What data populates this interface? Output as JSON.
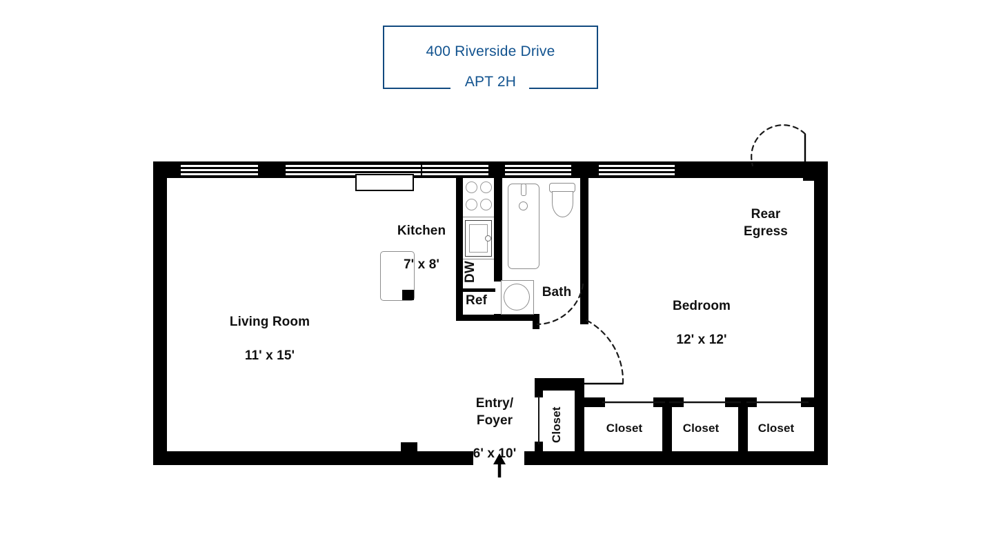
{
  "title_block": {
    "address": "400 Riverside Drive",
    "apartment": "APT 2H",
    "accent_color": "#12538f"
  },
  "floorplan": {
    "wall_color": "#000000",
    "background_color": "#ffffff",
    "rooms": [
      {
        "name": "living-room",
        "label": "Living Room",
        "dimensions": "11' x 15'"
      },
      {
        "name": "kitchen",
        "label": "Kitchen",
        "dimensions": "7' x 8'"
      },
      {
        "name": "bath",
        "label": "Bath",
        "dimensions": ""
      },
      {
        "name": "bedroom",
        "label": "Bedroom",
        "dimensions": "12' x 12'"
      },
      {
        "name": "entry-foyer",
        "label": "Entry/\nFoyer",
        "dimensions": "6' x 10'"
      },
      {
        "name": "rear-egress",
        "label": "Rear\nEgress",
        "dimensions": ""
      }
    ],
    "appliances": [
      {
        "name": "dishwasher",
        "label": "DW",
        "orientation": "vertical"
      },
      {
        "name": "refrigerator",
        "label": "Ref",
        "orientation": "horizontal"
      }
    ],
    "closets": [
      {
        "name": "closet-foyer",
        "label": "Closet",
        "orientation": "vertical"
      },
      {
        "name": "closet-bedroom-1",
        "label": "Closet",
        "orientation": "horizontal"
      },
      {
        "name": "closet-bedroom-2",
        "label": "Closet",
        "orientation": "horizontal"
      },
      {
        "name": "closet-bedroom-3",
        "label": "Closet",
        "orientation": "horizontal"
      }
    ],
    "entrance_marker": "up-arrow"
  }
}
